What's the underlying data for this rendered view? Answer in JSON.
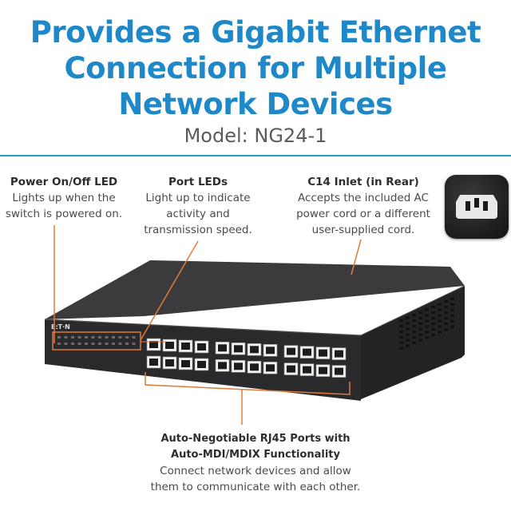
{
  "headline": {
    "lines": [
      "Provides a Gigabit Ethernet",
      "Connection for Multiple",
      "Network Devices"
    ]
  },
  "model": "Model: NG24-1",
  "callouts": {
    "power_led": {
      "title": "Power On/Off LED",
      "lines": [
        "Lights up when the",
        "switch is powered on."
      ]
    },
    "port_leds": {
      "title": "Port LEDs",
      "lines": [
        "Light up to indicate",
        "activity and",
        "transmission speed."
      ]
    },
    "c14_inlet": {
      "title": "C14 Inlet (in Rear)",
      "lines": [
        "Accepts the included AC",
        "power cord or a different",
        "user-supplied cord."
      ]
    },
    "rj45_ports": {
      "title_lines": [
        "Auto-Negotiable RJ45 Ports with",
        "Auto-MDI/MDIX Functionality"
      ],
      "lines": [
        "Connect network devices and allow",
        "them to communicate with each other."
      ]
    }
  },
  "device": {
    "brand": "E:T·N",
    "port_count": 24,
    "colors": {
      "accent_blue": "#1e88c8",
      "callout_orange": "#e07a3a",
      "chassis_top": "#3b3b3d",
      "chassis_front": "#2a2a2c"
    }
  }
}
